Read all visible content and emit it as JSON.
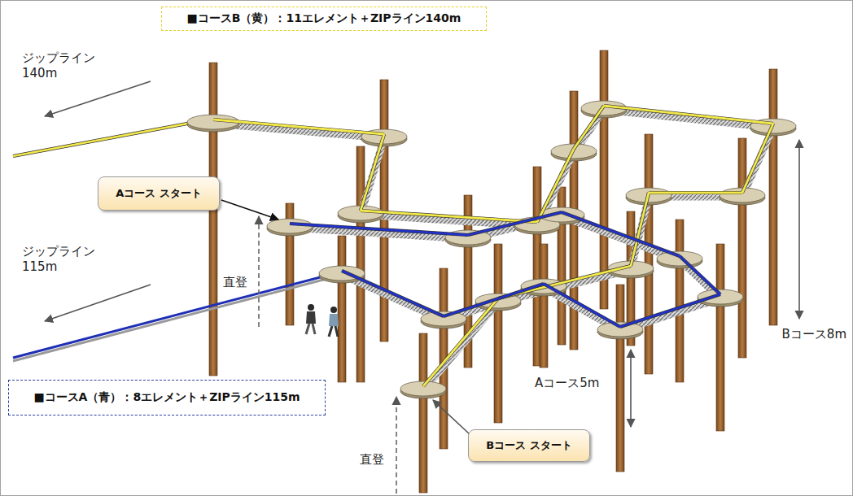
{
  "diagram": {
    "nodes": [
      {
        "text": [
          "■コースB（黄）：11エレメント＋ZIPライン140m"
        ]
      },
      {
        "text": [
          "Aコース スタート"
        ]
      },
      {
        "text": [
          "■コースA（青）：8エレメント＋ZIPライン115m"
        ]
      },
      {
        "text": [
          "Bコース スタート"
        ]
      }
    ],
    "labels": [
      "ジップライン 140m",
      "ジップライン 115m",
      "直登",
      "Bコース8m",
      "Aコース5m",
      "直登"
    ]
  }
}
